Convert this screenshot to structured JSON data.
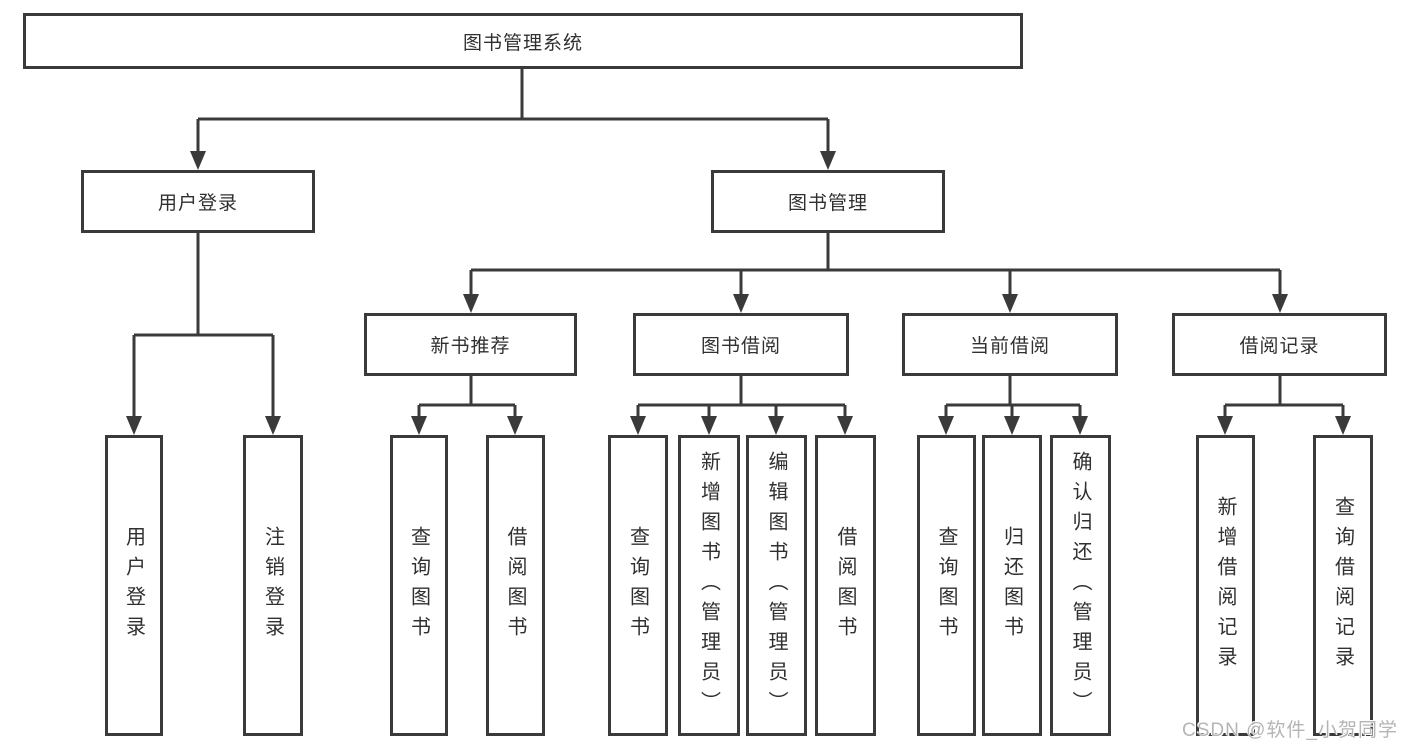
{
  "diagram": {
    "title": "图书管理系统",
    "branches": [
      {
        "label": "用户登录",
        "children": [
          "用户登录",
          "注销登录"
        ]
      },
      {
        "label": "图书管理",
        "modules": [
          {
            "label": "新书推荐",
            "children": [
              "查询图书",
              "借阅图书"
            ]
          },
          {
            "label": "图书借阅",
            "children": [
              "查询图书",
              "新增图书（管理员）",
              "编辑图书（管理员）",
              "借阅图书"
            ]
          },
          {
            "label": "当前借阅",
            "children": [
              "查询图书",
              "归还图书",
              "确认归还（管理员）"
            ]
          },
          {
            "label": "借阅记录",
            "children": [
              "新增借阅记录",
              "查询借阅记录"
            ]
          }
        ]
      }
    ],
    "watermark": "CSDN @软件_小贺同学",
    "colors": {
      "line": "#3a3a3a",
      "text": "#303030",
      "watermark": "#b5b5b5",
      "background": "#ffffff"
    }
  }
}
